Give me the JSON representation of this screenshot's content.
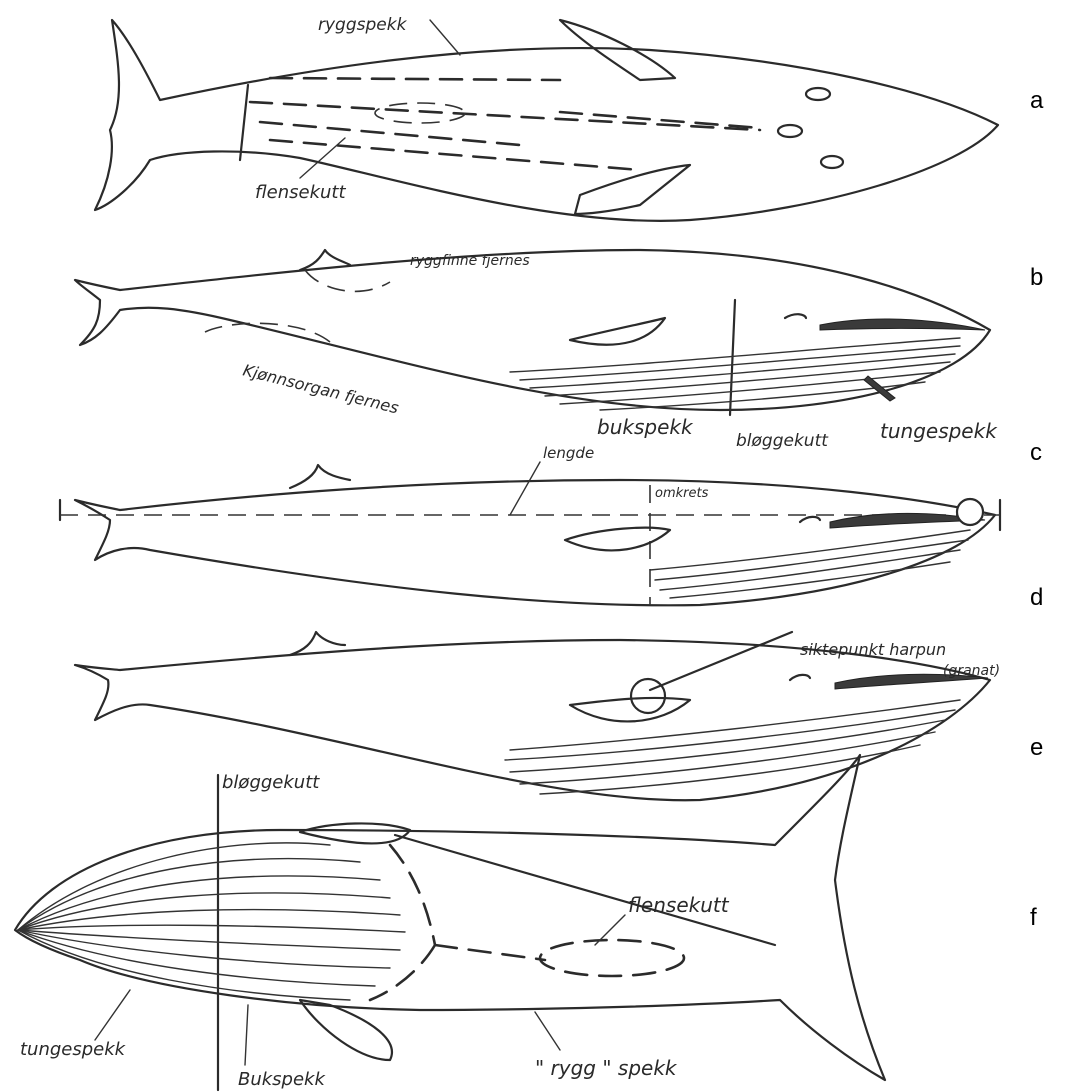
{
  "panel_letters": [
    "a",
    "b",
    "c",
    "d",
    "e",
    "f"
  ],
  "labels": {
    "a_ryggspekk": "ryggspekk",
    "a_flensekutt": "flensekutt",
    "b_ryggfinne": "ryggfinne fjernes",
    "b_kjonnsorgan": "Kjønnsorgan fjernes",
    "b_bukspekk": "bukspekk",
    "b_bloggekutt": "bløggekutt",
    "b_tungespekk": "tungespekk",
    "c_lengde": "lengde",
    "c_omkrets": "omkrets",
    "d_siktepunkt": "siktepunkt harpun",
    "d_granat": "(granat)",
    "f_bloggekutt": "bløggekutt",
    "f_flensekutt": "flensekutt",
    "f_tungespekk": "tungespekk",
    "f_bukspekk": "Bukspekk",
    "f_ryggspekk": "\" rygg \" spekk"
  }
}
